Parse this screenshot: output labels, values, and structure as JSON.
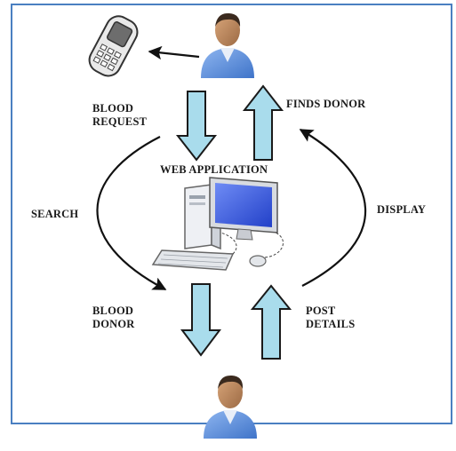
{
  "labels": {
    "blood_request_line1": "BLOOD",
    "blood_request_line2": "REQUEST",
    "finds_donor": "FINDS DONOR",
    "web_application": "WEB APPLICATION",
    "search": "SEARCH",
    "display": "DISPLAY",
    "blood_donor_line1": "BLOOD",
    "blood_donor_line2": "DONOR",
    "post_details_line1": "POST",
    "post_details_line2": "DETAILS"
  },
  "colors": {
    "frame_border": "#4a7fc1",
    "block_arrow_fill": "#a9dcec",
    "block_arrow_stroke": "#1a1a1a",
    "person_shirt": "#5b8fd8",
    "person_skin": "#c08a5e",
    "person_hair": "#3b2a1e",
    "monitor_screen": "#3a5fe0"
  },
  "icons": {
    "top_person": "user-icon",
    "bottom_person": "user-icon",
    "phone": "mobile-phone-icon",
    "computer": "desktop-computer-icon"
  }
}
